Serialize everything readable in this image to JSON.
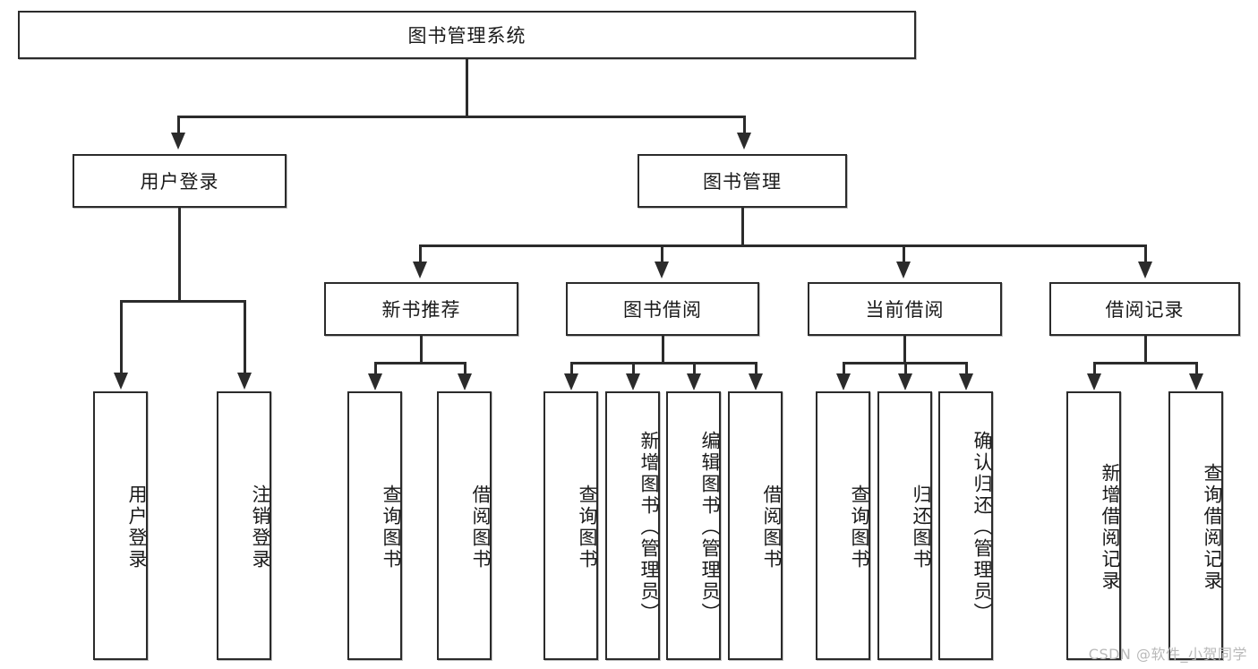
{
  "diagram": {
    "type": "tree-hierarchy",
    "title": "图书管理系统",
    "watermark": "CSDN @软件_小贺同学",
    "root": {
      "label": "图书管理系统",
      "orientation": "horizontal"
    },
    "level2": [
      {
        "id": "user-login",
        "label": "用户登录",
        "orientation": "horizontal"
      },
      {
        "id": "book-manage",
        "label": "图书管理",
        "orientation": "horizontal"
      }
    ],
    "level3": [
      {
        "id": "new-book-recommend",
        "label": "新书推荐",
        "orientation": "horizontal",
        "parent": "book-manage"
      },
      {
        "id": "book-borrow",
        "label": "图书借阅",
        "orientation": "horizontal",
        "parent": "book-manage"
      },
      {
        "id": "current-borrow",
        "label": "当前借阅",
        "orientation": "horizontal",
        "parent": "book-manage"
      },
      {
        "id": "borrow-record",
        "label": "借阅记录",
        "orientation": "horizontal",
        "parent": "book-manage"
      }
    ],
    "leaves": {
      "user_login": [
        {
          "id": "leaf-user-login",
          "label": "用户登录"
        },
        {
          "id": "leaf-user-logout",
          "label": "注销登录"
        }
      ],
      "new_book_recommend": [
        {
          "id": "leaf-query-book-1",
          "label": "查询图书"
        },
        {
          "id": "leaf-borrow-book-1",
          "label": "借阅图书"
        }
      ],
      "book_borrow": [
        {
          "id": "leaf-query-book-2",
          "label": "查询图书"
        },
        {
          "id": "leaf-add-book",
          "label": "新增图书（管理员）"
        },
        {
          "id": "leaf-edit-book",
          "label": "编辑图书（管理员）"
        },
        {
          "id": "leaf-borrow-book-2",
          "label": "借阅图书"
        }
      ],
      "current_borrow": [
        {
          "id": "leaf-query-book-3",
          "label": "查询图书"
        },
        {
          "id": "leaf-return-book",
          "label": "归还图书"
        },
        {
          "id": "leaf-confirm-return",
          "label": "确认归还（管理员）"
        }
      ],
      "borrow_record": [
        {
          "id": "leaf-add-record",
          "label": "新增借阅记录"
        },
        {
          "id": "leaf-query-record",
          "label": "查询借阅记录"
        }
      ]
    },
    "colors": {
      "stroke": "#2b2b2b",
      "fill": "#ffffff",
      "text": "#1a1a1a",
      "watermark": "#b9b9b9"
    }
  }
}
